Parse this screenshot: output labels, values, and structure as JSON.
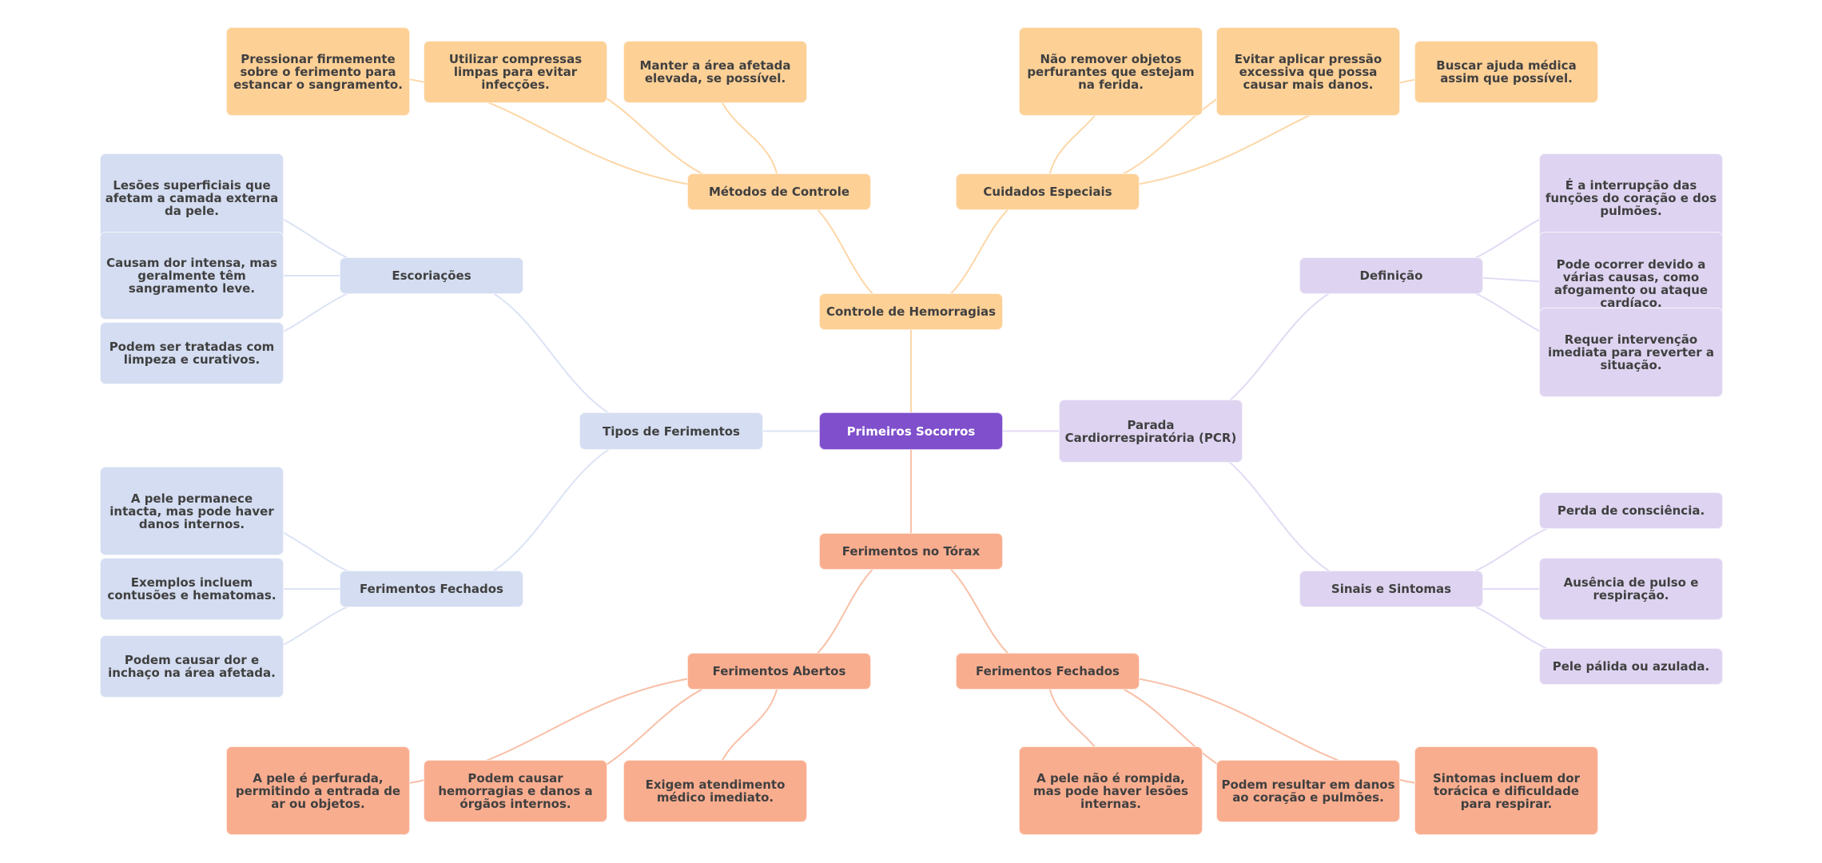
{
  "title": "Primeiros Socorros",
  "colors": {
    "root": "#7f4fcc",
    "hemorragias": "#fdd096",
    "hemorragias_edge": "#fdd7a8",
    "ferimentos": "#d4ddf1",
    "ferimentos_edge": "#dbe3f5",
    "pcr": "#ded4f1",
    "pcr_edge": "#e3daf5",
    "torax": "#f9ad8f",
    "torax_edge": "#f9c0a8",
    "text": "#404040",
    "root_text": "#ffffff"
  },
  "root": {
    "id": "root",
    "label": "Primeiros Socorros"
  },
  "branches": [
    {
      "id": "controle",
      "label": "Controle de Hemorragias",
      "color": "hemorragias",
      "children": [
        {
          "id": "metodos",
          "label": "Métodos de Controle",
          "children": [
            {
              "id": "pressionar",
              "label": "Pressionar firmemente sobre o ferimento para estancar o sangramento."
            },
            {
              "id": "utilizar",
              "label": "Utilizar compressas limpas para evitar infecções."
            },
            {
              "id": "manter",
              "label": "Manter a área afetada elevada, se possível."
            }
          ]
        },
        {
          "id": "cuidados",
          "label": "Cuidados Especiais",
          "children": [
            {
              "id": "naoremover",
              "label": "Não remover objetos perfurantes que estejam na ferida."
            },
            {
              "id": "evitar",
              "label": "Evitar aplicar pressão excessiva que possa causar mais danos."
            },
            {
              "id": "buscar",
              "label": "Buscar ajuda médica assim que possível."
            }
          ]
        }
      ]
    },
    {
      "id": "tipos",
      "label": "Tipos de Ferimentos",
      "color": "ferimentos",
      "children": [
        {
          "id": "escoriacoes",
          "label": "Escoriações",
          "children": [
            {
              "id": "lesoes",
              "label": "Lesões superficiais que afetam a camada externa da pele."
            },
            {
              "id": "causam",
              "label": "Causam dor intensa, mas geralmente têm sangramento leve."
            },
            {
              "id": "tratadas",
              "label": "Podem ser tratadas com limpeza e curativos."
            }
          ]
        },
        {
          "id": "fechadosL",
          "label": "Ferimentos Fechados",
          "children": [
            {
              "id": "intacta",
              "label": "A pele permanece intacta, mas pode haver danos internos."
            },
            {
              "id": "exemplos",
              "label": "Exemplos incluem contusões e hematomas."
            },
            {
              "id": "inchaco",
              "label": "Podem causar dor e inchaço na área afetada."
            }
          ]
        }
      ]
    },
    {
      "id": "pcr",
      "label": "Parada Cardiorrespiratória (PCR)",
      "color": "pcr",
      "children": [
        {
          "id": "definicao",
          "label": "Definição",
          "children": [
            {
              "id": "interrupcao",
              "label": "É a interrupção das funções do coração e dos pulmões."
            },
            {
              "id": "ocorrer",
              "label": "Pode ocorrer devido a várias causas, como afogamento ou ataque cardíaco."
            },
            {
              "id": "requer",
              "label": "Requer intervenção imediata para reverter a situação."
            }
          ]
        },
        {
          "id": "sinais",
          "label": "Sinais e Sintomas",
          "children": [
            {
              "id": "perda",
              "label": "Perda de consciência."
            },
            {
              "id": "ausencia",
              "label": "Ausência de pulso e respiração."
            },
            {
              "id": "palida",
              "label": "Pele pálida ou azulada."
            }
          ]
        }
      ]
    },
    {
      "id": "torax",
      "label": "Ferimentos no Tórax",
      "color": "torax",
      "children": [
        {
          "id": "abertos",
          "label": "Ferimentos Abertos",
          "children": [
            {
              "id": "perfurada",
              "label": "A pele é perfurada, permitindo a entrada de ar ou objetos."
            },
            {
              "id": "hemorragiasInt",
              "label": "Podem causar hemorragias e danos a órgãos internos."
            },
            {
              "id": "exigem",
              "label": "Exigem atendimento médico imediato."
            }
          ]
        },
        {
          "id": "fechadosR",
          "label": "Ferimentos Fechados",
          "children": [
            {
              "id": "naorompida",
              "label": "A pele não é rompida, mas pode haver lesões internas."
            },
            {
              "id": "resultar",
              "label": "Podem resultar em danos ao coração e pulmões."
            },
            {
              "id": "sintomas",
              "label": "Sintomas incluem dor torácica e dificuldade para respirar."
            }
          ]
        }
      ]
    }
  ]
}
